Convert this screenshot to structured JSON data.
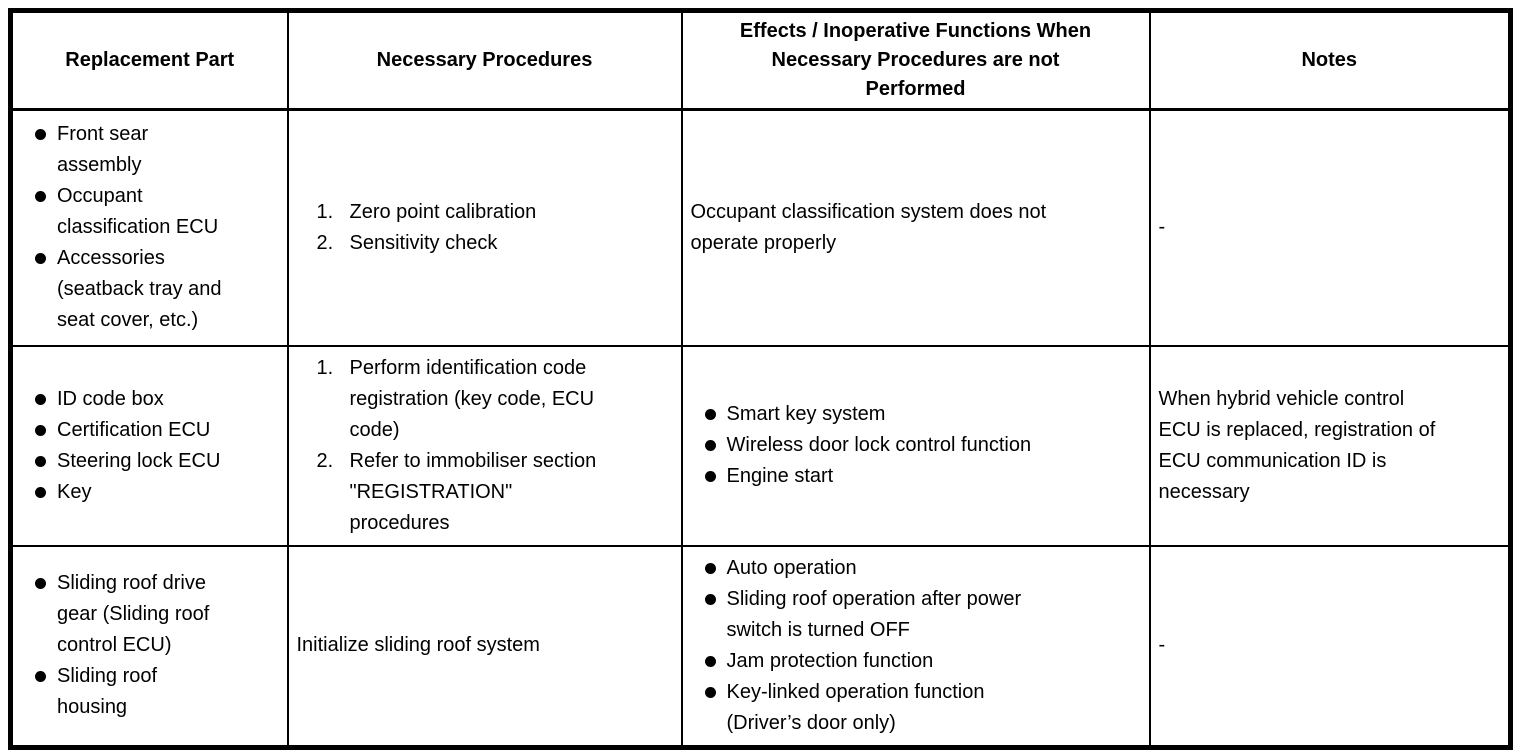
{
  "document": {
    "background_color": "#ffffff",
    "text_color": "#000000",
    "border_color": "#000000"
  },
  "table": {
    "headers": [
      "Replacement Part",
      "Necessary Procedures",
      "Effects / Inoperative Functions When\nNecessary Procedures are not\nPerformed",
      "Notes"
    ],
    "rows": [
      {
        "cells": [
          {
            "name": "replacement-part",
            "kind": "bullets",
            "items": [
              "Front sear\nassembly",
              "Occupant\nclassification ECU",
              "Accessories\n(seatback tray and\nseat cover, etc.)"
            ]
          },
          {
            "name": "necessary-procedures",
            "kind": "ordered",
            "items": [
              "Zero point calibration",
              "Sensitivity check"
            ]
          },
          {
            "name": "effects",
            "kind": "text",
            "text": "Occupant classification system does not\noperate properly"
          },
          {
            "name": "notes",
            "kind": "text",
            "text": "-"
          }
        ]
      },
      {
        "cells": [
          {
            "name": "replacement-part",
            "kind": "bullets",
            "items": [
              "ID code box",
              "Certification ECU",
              "Steering lock ECU",
              "Key"
            ]
          },
          {
            "name": "necessary-procedures",
            "kind": "ordered",
            "items": [
              "Perform identification code\nregistration (key code, ECU\ncode)",
              "Refer to immobiliser section\n\"REGISTRATION\"\nprocedures"
            ]
          },
          {
            "name": "effects",
            "kind": "bullets",
            "items": [
              "Smart key system",
              "Wireless door lock control function",
              "Engine start"
            ]
          },
          {
            "name": "notes",
            "kind": "text",
            "text": "When hybrid vehicle control\nECU is replaced, registration of\nECU communication ID is\nnecessary"
          }
        ]
      },
      {
        "cells": [
          {
            "name": "replacement-part",
            "kind": "bullets",
            "items": [
              "Sliding roof drive\ngear (Sliding roof\ncontrol ECU)",
              "Sliding roof\nhousing"
            ]
          },
          {
            "name": "necessary-procedures",
            "kind": "text",
            "text": "Initialize sliding roof system"
          },
          {
            "name": "effects",
            "kind": "bullets",
            "items": [
              "Auto operation",
              "Sliding roof operation after power\nswitch is turned OFF",
              "Jam protection function",
              "Key-linked operation function\n(Driver’s door only)"
            ]
          },
          {
            "name": "notes",
            "kind": "text",
            "text": "-"
          }
        ]
      }
    ]
  }
}
